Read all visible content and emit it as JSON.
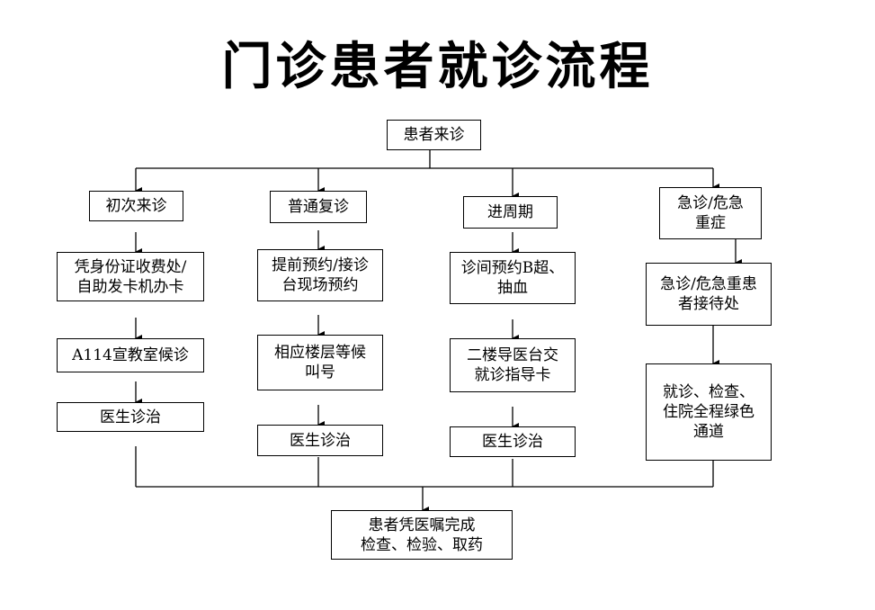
{
  "title": "门诊患者就诊流程",
  "nodes": {
    "start": "患者来诊",
    "col1_a": "初次来诊",
    "col1_b": "凭身份证收费处/\n自助发卡机办卡",
    "col1_c": "A114宣教室候诊",
    "col1_d": "医生诊治",
    "col2_a": "普通复诊",
    "col2_b": "提前预约/接诊\n台现场预约",
    "col2_c": "相应楼层等候\n叫号",
    "col2_d": "医生诊治",
    "col3_a": "进周期",
    "col3_b": "诊间预约B超、\n抽血",
    "col3_c": "二楼导医台交\n就诊指导卡",
    "col3_d": "医生诊治",
    "col4_a": "急诊/危急\n重症",
    "col4_b": "急诊/危急重患\n者接待处",
    "col4_c": "就诊、检查、\n住院全程绿色\n通道",
    "end": "患者凭医嘱完成\n检查、检验、取药"
  }
}
